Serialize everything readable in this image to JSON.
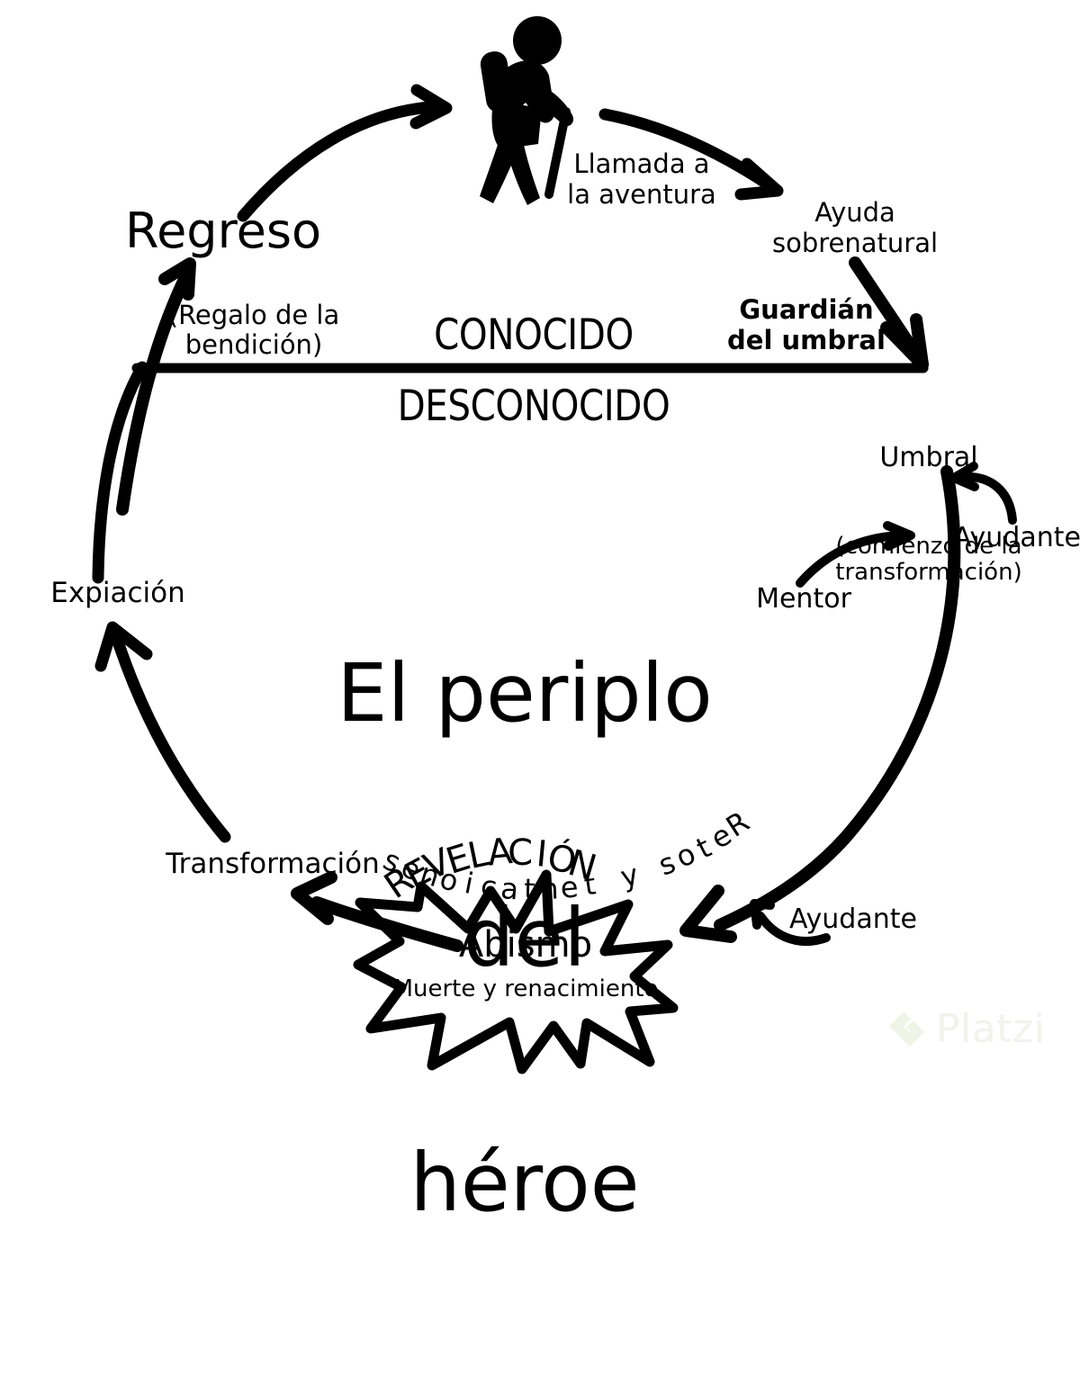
{
  "diagram": {
    "title_lines": [
      "El periplo",
      "del",
      "héroe"
    ],
    "zones": {
      "known": "CONOCIDO",
      "unknown": "DESCONOCIDO"
    },
    "stages": [
      {
        "id": "regreso",
        "label": "Regreso"
      },
      {
        "id": "regalo",
        "label": "(Regalo de la\nbendición)"
      },
      {
        "id": "llamada",
        "label": "Llamada a\nla aventura"
      },
      {
        "id": "ayuda",
        "label": "Ayuda\nsobrenatural"
      },
      {
        "id": "guardian",
        "label": "Guardián\ndel umbral"
      },
      {
        "id": "umbral",
        "label": "Umbral",
        "sublabel": "(comienzo de la\ntransformación)"
      },
      {
        "id": "ayudante-1",
        "label": "Ayudante"
      },
      {
        "id": "mentor",
        "label": "Mentor"
      },
      {
        "id": "retos",
        "label": "Retos y tentaciones"
      },
      {
        "id": "ayudante-2",
        "label": "Ayudante"
      },
      {
        "id": "revelacion",
        "label": "REVELACIÓN"
      },
      {
        "id": "abismo",
        "label": "Abismo",
        "sublabel": "Muerte y renacimiento"
      },
      {
        "id": "transformacion",
        "label": "Transformación"
      },
      {
        "id": "expiacion",
        "label": "Expiación"
      }
    ],
    "icons": {
      "hiker": "hiker-icon",
      "burst": "starburst-icon"
    },
    "colors": {
      "ink": "#000000",
      "background": "#ffffff",
      "watermark": "#f1f3ec",
      "watermark_logo": "#eef2e3"
    }
  },
  "watermark": {
    "brand": "Platzi",
    "logo": "platzi-logo-icon"
  }
}
